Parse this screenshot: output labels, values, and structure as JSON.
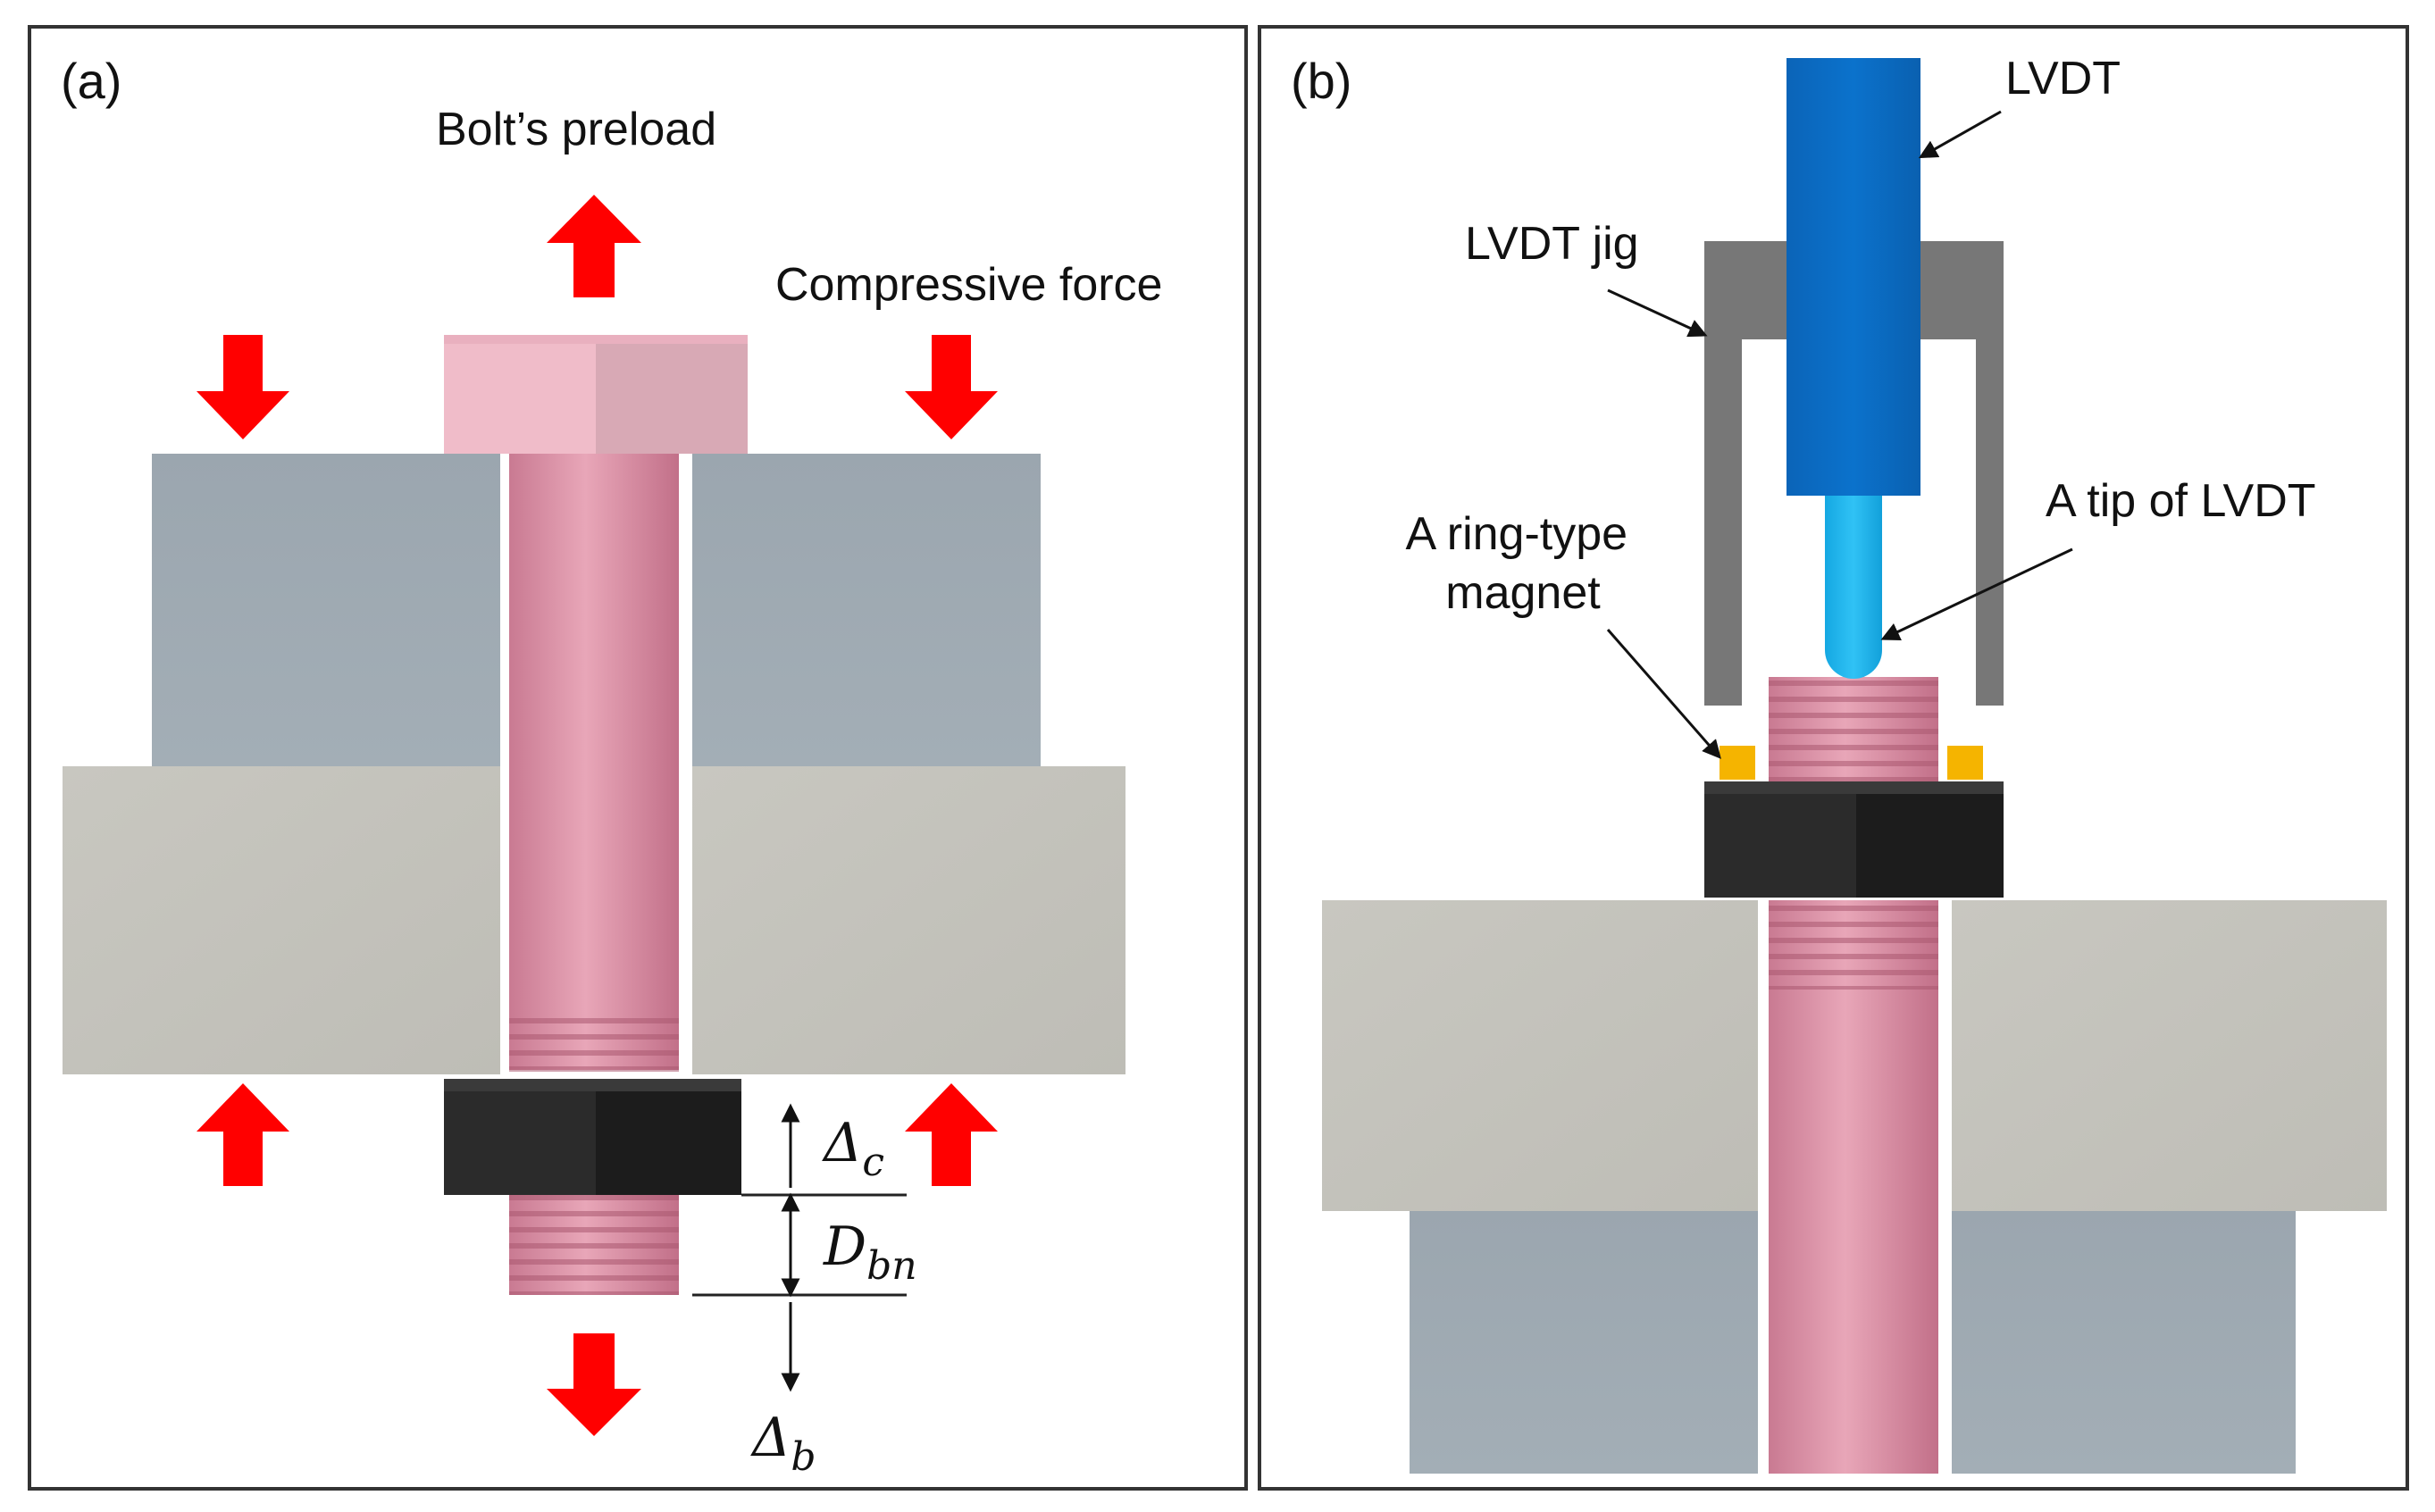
{
  "panel_a": {
    "label": "(a)",
    "preload_label": "Bolt’s preload",
    "compressive_label": "Compressive force",
    "delta_c": "Δc",
    "delta_c_main": "Δ",
    "delta_c_sub": "c",
    "d_bn_main": "D",
    "d_bn_sub": "bn",
    "delta_b_main": "Δ",
    "delta_b_sub": "b"
  },
  "panel_b": {
    "label": "(b)",
    "lvdt_label": "LVDT",
    "jig_label": "LVDT jig",
    "tip_label": "A tip of LVDT",
    "magnet_label_line1": "A ring-type",
    "magnet_label_line2": "magnet"
  },
  "colors": {
    "arrow_red": "#ff0000",
    "bolt_pink": "#d98aa0",
    "bolt_head_light": "#f0bcc9",
    "bolt_head_shade": "#d9a9b6",
    "upper_plate": "#9aa5ae",
    "lower_plate": "#c4c3bc",
    "nut_black": "#1c1c1c",
    "lvdt_blue": "#0a6bc4",
    "lvdt_tip": "#1ab4ee",
    "jig_gray": "#777777",
    "magnet_yellow": "#f5b400"
  }
}
